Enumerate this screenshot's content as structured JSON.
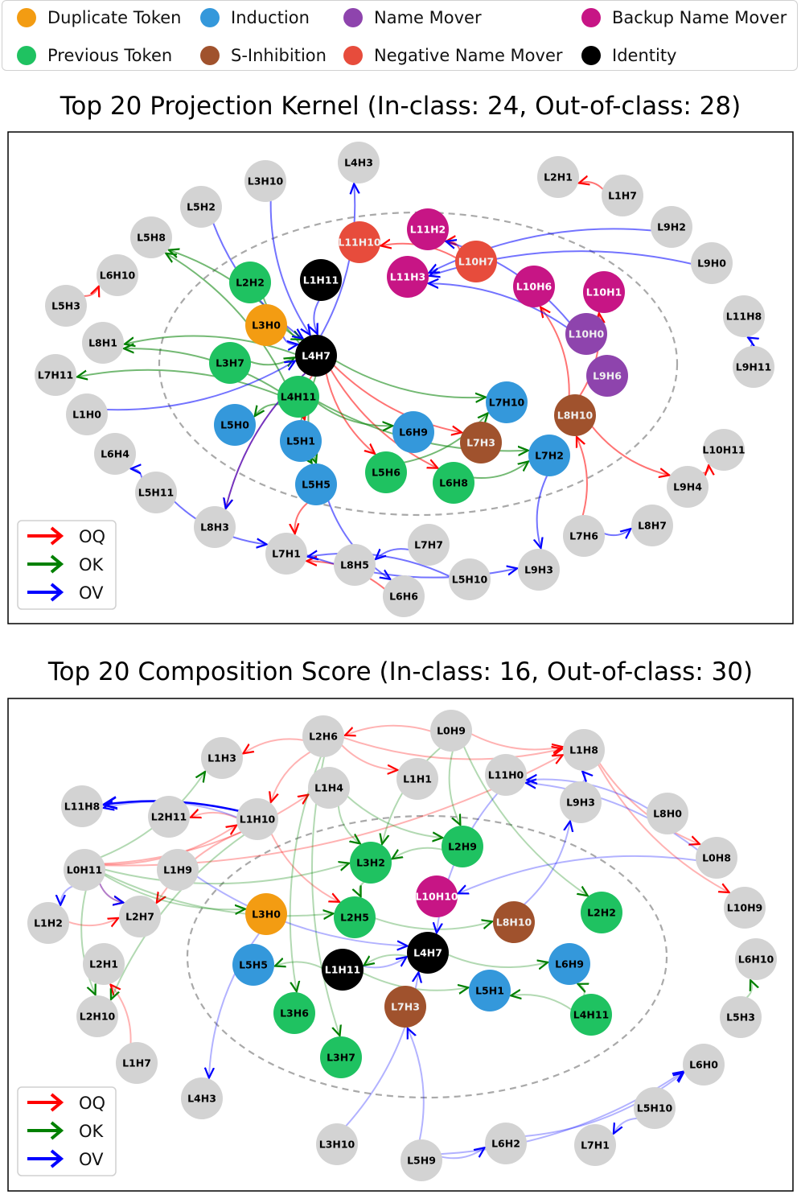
{
  "legend": {
    "items": [
      {
        "label": "Duplicate Token",
        "color": "#f39c12"
      },
      {
        "label": "Induction",
        "color": "#3498db"
      },
      {
        "label": "Name Mover",
        "color": "#8e44ad"
      },
      {
        "label": "Backup Name Mover",
        "color": "#c71585"
      },
      {
        "label": "Previous Token",
        "color": "#1fc261"
      },
      {
        "label": "S-Inhibition",
        "color": "#a0522d"
      },
      {
        "label": "Negative Name Mover",
        "color": "#e74c3c"
      },
      {
        "label": "Identity",
        "color": "#000000"
      }
    ]
  },
  "colors": {
    "Duplicate Token": "#f39c12",
    "Induction": "#3498db",
    "Name Mover": "#8e44ad",
    "Backup Name Mover": "#c71585",
    "Previous Token": "#1fc261",
    "S-Inhibition": "#a0522d",
    "Negative Name Mover": "#e74c3c",
    "Identity": "#000000",
    "none": "#d3d3d3",
    "OQ": "#ff0000",
    "OK": "#008000",
    "OV": "#0000ff"
  },
  "edge_legend": [
    "OQ",
    "OK",
    "OV"
  ],
  "graphs": [
    {
      "title": "Top 20 Projection Kernel (In-class: 24, Out-of-class: 28)",
      "nodes": [
        {
          "id": "L4H3",
          "cls": "none"
        },
        {
          "id": "L3H10",
          "cls": "none"
        },
        {
          "id": "L2H1",
          "cls": "none"
        },
        {
          "id": "L1H7",
          "cls": "none"
        },
        {
          "id": "L5H2",
          "cls": "none"
        },
        {
          "id": "L9H2",
          "cls": "none"
        },
        {
          "id": "L5H8",
          "cls": "none"
        },
        {
          "id": "L11H2",
          "cls": "Backup Name Mover"
        },
        {
          "id": "L11H10",
          "cls": "Negative Name Mover"
        },
        {
          "id": "L10H7",
          "cls": "Negative Name Mover"
        },
        {
          "id": "L9H0",
          "cls": "none"
        },
        {
          "id": "L6H10",
          "cls": "none"
        },
        {
          "id": "L2H2",
          "cls": "Previous Token"
        },
        {
          "id": "L1H11",
          "cls": "Identity"
        },
        {
          "id": "L11H3",
          "cls": "Backup Name Mover"
        },
        {
          "id": "L10H6",
          "cls": "Backup Name Mover"
        },
        {
          "id": "L10H1",
          "cls": "Backup Name Mover"
        },
        {
          "id": "L5H3",
          "cls": "none"
        },
        {
          "id": "L11H8",
          "cls": "none"
        },
        {
          "id": "L3H0",
          "cls": "Duplicate Token"
        },
        {
          "id": "L10H0",
          "cls": "Name Mover"
        },
        {
          "id": "L8H1",
          "cls": "none"
        },
        {
          "id": "L4H7",
          "cls": "Identity"
        },
        {
          "id": "L3H7",
          "cls": "Previous Token"
        },
        {
          "id": "L9H11",
          "cls": "none"
        },
        {
          "id": "L7H11",
          "cls": "none"
        },
        {
          "id": "L9H6",
          "cls": "Name Mover"
        },
        {
          "id": "L4H11",
          "cls": "Previous Token"
        },
        {
          "id": "L7H10",
          "cls": "Induction"
        },
        {
          "id": "L1H0",
          "cls": "none"
        },
        {
          "id": "L8H10",
          "cls": "S-Inhibition"
        },
        {
          "id": "L5H0",
          "cls": "Induction"
        },
        {
          "id": "L6H9",
          "cls": "Induction"
        },
        {
          "id": "L5H1",
          "cls": "Induction"
        },
        {
          "id": "L7H3",
          "cls": "S-Inhibition"
        },
        {
          "id": "L10H11",
          "cls": "none"
        },
        {
          "id": "L6H4",
          "cls": "none"
        },
        {
          "id": "L7H2",
          "cls": "Induction"
        },
        {
          "id": "L5H6",
          "cls": "Previous Token"
        },
        {
          "id": "L6H8",
          "cls": "Previous Token"
        },
        {
          "id": "L9H4",
          "cls": "none"
        },
        {
          "id": "L5H11",
          "cls": "none"
        },
        {
          "id": "L5H5",
          "cls": "Induction"
        },
        {
          "id": "L8H7",
          "cls": "none"
        },
        {
          "id": "L8H3",
          "cls": "none"
        },
        {
          "id": "L7H6",
          "cls": "none"
        },
        {
          "id": "L7H7",
          "cls": "none"
        },
        {
          "id": "L7H1",
          "cls": "none"
        },
        {
          "id": "L8H5",
          "cls": "none"
        },
        {
          "id": "L5H10",
          "cls": "none"
        },
        {
          "id": "L9H3",
          "cls": "none"
        },
        {
          "id": "L6H6",
          "cls": "none"
        }
      ],
      "edges": [
        [
          "L1H7",
          "L2H1",
          "OQ"
        ],
        [
          "L5H3",
          "L6H10",
          "OQ"
        ],
        [
          "L10H7",
          "L11H10",
          "OQ"
        ],
        [
          "L10H7",
          "L11H2",
          "OQ"
        ],
        [
          "L8H10",
          "L10H6",
          "OQ"
        ],
        [
          "L8H10",
          "L10H1",
          "OQ"
        ],
        [
          "L8H10",
          "L9H4",
          "OQ"
        ],
        [
          "L9H4",
          "L10H11",
          "OQ"
        ],
        [
          "L7H6",
          "L8H10",
          "OQ"
        ],
        [
          "L4H7",
          "L5H1",
          "OQ"
        ],
        [
          "L4H7",
          "L5H6",
          "OQ"
        ],
        [
          "L4H7",
          "L6H8",
          "OQ"
        ],
        [
          "L4H7",
          "L7H3",
          "OQ"
        ],
        [
          "L4H7",
          "L8H3",
          "OQ"
        ],
        [
          "L5H5",
          "L7H1",
          "OQ"
        ],
        [
          "L6H6",
          "L7H1",
          "OQ"
        ],
        [
          "L4H11",
          "L5H8",
          "OK"
        ],
        [
          "L4H11",
          "L8H1",
          "OK"
        ],
        [
          "L4H11",
          "L7H11",
          "OK"
        ],
        [
          "L4H11",
          "L5H5",
          "OK"
        ],
        [
          "L4H11",
          "L5H0",
          "OK"
        ],
        [
          "L4H11",
          "L6H9",
          "OK"
        ],
        [
          "L4H11",
          "L7H2",
          "OK"
        ],
        [
          "L4H7",
          "L5H8",
          "OK"
        ],
        [
          "L4H7",
          "L8H1",
          "OK"
        ],
        [
          "L4H7",
          "L7H10",
          "OK"
        ],
        [
          "L2H2",
          "L4H7",
          "OK"
        ],
        [
          "L3H7",
          "L4H7",
          "OK"
        ],
        [
          "L5H6",
          "L7H10",
          "OK"
        ],
        [
          "L6H8",
          "L7H2",
          "OK"
        ],
        [
          "L4H7",
          "L5H5",
          "OK"
        ],
        [
          "L3H10",
          "L4H7",
          "OV"
        ],
        [
          "L5H2",
          "L4H7",
          "OV"
        ],
        [
          "L4H7",
          "L4H3",
          "OV"
        ],
        [
          "L1H11",
          "L4H7",
          "OV"
        ],
        [
          "L1H0",
          "L4H7",
          "OV"
        ],
        [
          "L4H7",
          "L8H3",
          "OV"
        ],
        [
          "L9H2",
          "L11H3",
          "OV"
        ],
        [
          "L9H0",
          "L11H3",
          "OV"
        ],
        [
          "L10H0",
          "L11H3",
          "OV"
        ],
        [
          "L10H0",
          "L11H2",
          "OV"
        ],
        [
          "L9H11",
          "L11H8",
          "OV"
        ],
        [
          "L5H11",
          "L6H4",
          "OV"
        ],
        [
          "L5H11",
          "L7H1",
          "OV"
        ],
        [
          "L7H7",
          "L8H5",
          "OV"
        ],
        [
          "L5H10",
          "L7H1",
          "OV"
        ],
        [
          "L7H1",
          "L9H3",
          "OV"
        ],
        [
          "L7H2",
          "L9H3",
          "OV"
        ],
        [
          "L7H6",
          "L8H7",
          "OV"
        ],
        [
          "L5H5",
          "L6H6",
          "OV"
        ],
        [
          "L3H0",
          "L4H7",
          "OV"
        ]
      ]
    },
    {
      "title": "Top 20 Composition Score (In-class: 16, Out-of-class: 30)",
      "nodes": [
        {
          "id": "L0H9",
          "cls": "none"
        },
        {
          "id": "L2H6",
          "cls": "none"
        },
        {
          "id": "L1H8",
          "cls": "none"
        },
        {
          "id": "L1H3",
          "cls": "none"
        },
        {
          "id": "L11H0",
          "cls": "none"
        },
        {
          "id": "L1H1",
          "cls": "none"
        },
        {
          "id": "L1H4",
          "cls": "none"
        },
        {
          "id": "L9H3",
          "cls": "none"
        },
        {
          "id": "L11H8",
          "cls": "none"
        },
        {
          "id": "L2H11",
          "cls": "none"
        },
        {
          "id": "L1H10",
          "cls": "none"
        },
        {
          "id": "L8H0",
          "cls": "none"
        },
        {
          "id": "L2H9",
          "cls": "Previous Token"
        },
        {
          "id": "L0H11",
          "cls": "none"
        },
        {
          "id": "L1H9",
          "cls": "none"
        },
        {
          "id": "L3H2",
          "cls": "Previous Token"
        },
        {
          "id": "L0H8",
          "cls": "none"
        },
        {
          "id": "L10H10",
          "cls": "Backup Name Mover"
        },
        {
          "id": "L1H2",
          "cls": "none"
        },
        {
          "id": "L2H7",
          "cls": "none"
        },
        {
          "id": "L3H0",
          "cls": "Duplicate Token"
        },
        {
          "id": "L2H5",
          "cls": "Previous Token"
        },
        {
          "id": "L8H10",
          "cls": "S-Inhibition"
        },
        {
          "id": "L2H2",
          "cls": "Previous Token"
        },
        {
          "id": "L10H9",
          "cls": "none"
        },
        {
          "id": "L4H7",
          "cls": "Identity"
        },
        {
          "id": "L2H1",
          "cls": "none"
        },
        {
          "id": "L6H10",
          "cls": "none"
        },
        {
          "id": "L5H5",
          "cls": "Induction"
        },
        {
          "id": "L1H11",
          "cls": "Identity"
        },
        {
          "id": "L6H9",
          "cls": "Induction"
        },
        {
          "id": "L5H1",
          "cls": "Induction"
        },
        {
          "id": "L7H3",
          "cls": "S-Inhibition"
        },
        {
          "id": "L2H10",
          "cls": "none"
        },
        {
          "id": "L3H6",
          "cls": "Previous Token"
        },
        {
          "id": "L4H11",
          "cls": "Previous Token"
        },
        {
          "id": "L5H3",
          "cls": "none"
        },
        {
          "id": "L3H7",
          "cls": "Previous Token"
        },
        {
          "id": "L1H7",
          "cls": "none"
        },
        {
          "id": "L6H0",
          "cls": "none"
        },
        {
          "id": "L4H3",
          "cls": "none"
        },
        {
          "id": "L5H10",
          "cls": "none"
        },
        {
          "id": "L7H1",
          "cls": "none"
        },
        {
          "id": "L3H10",
          "cls": "none"
        },
        {
          "id": "L6H2",
          "cls": "none"
        },
        {
          "id": "L5H9",
          "cls": "none"
        }
      ],
      "edges": [
        [
          "L0H9",
          "L2H6",
          "OQ"
        ],
        [
          "L0H9",
          "L1H8",
          "OQ"
        ],
        [
          "L2H6",
          "L1H3",
          "OQ"
        ],
        [
          "L2H6",
          "L1H8",
          "OQ"
        ],
        [
          "L2H6",
          "L1H1",
          "OQ"
        ],
        [
          "L2H6",
          "L1H10",
          "OQ"
        ],
        [
          "L0H11",
          "L1H10",
          "OQ"
        ],
        [
          "L0H11",
          "L2H7",
          "OQ"
        ],
        [
          "L0H11",
          "L1H8",
          "OQ"
        ],
        [
          "L0H11",
          "L1H4",
          "OQ"
        ],
        [
          "L1H2",
          "L2H7",
          "OQ"
        ],
        [
          "L1H10",
          "L2H11",
          "OQ"
        ],
        [
          "L1H10",
          "L2H5",
          "OQ"
        ],
        [
          "L1H8",
          "L0H8",
          "OQ"
        ],
        [
          "L1H8",
          "L10H9",
          "OQ"
        ],
        [
          "L1H7",
          "L2H1",
          "OQ"
        ],
        [
          "L1H10",
          "L2H7",
          "OQ"
        ],
        [
          "L0H11",
          "L1H3",
          "OK"
        ],
        [
          "L0H11",
          "L3H2",
          "OK"
        ],
        [
          "L0H11",
          "L2H5",
          "OK"
        ],
        [
          "L0H11",
          "L3H0",
          "OK"
        ],
        [
          "L0H11",
          "L2H10",
          "OK"
        ],
        [
          "L1H10",
          "L2H10",
          "OK"
        ],
        [
          "L0H9",
          "L2H9",
          "OK"
        ],
        [
          "L0H9",
          "L3H2",
          "OK"
        ],
        [
          "L0H9",
          "L2H2",
          "OK"
        ],
        [
          "L2H6",
          "L3H6",
          "OK"
        ],
        [
          "L2H6",
          "L3H7",
          "OK"
        ],
        [
          "L1H4",
          "L3H2",
          "OK"
        ],
        [
          "L3H2",
          "L2H5",
          "OK"
        ],
        [
          "L2H5",
          "L8H10",
          "OK"
        ],
        [
          "L2H9",
          "L3H2",
          "OK"
        ],
        [
          "L4H7",
          "L1H11",
          "OK"
        ],
        [
          "L1H11",
          "L5H5",
          "OK"
        ],
        [
          "L4H7",
          "L6H9",
          "OK"
        ],
        [
          "L4H11",
          "L5H1",
          "OK"
        ],
        [
          "L4H11",
          "L6H9",
          "OK"
        ],
        [
          "L1H11",
          "L5H1",
          "OK"
        ],
        [
          "L5H3",
          "L6H10",
          "OK"
        ],
        [
          "L1H4",
          "L2H9",
          "OK"
        ],
        [
          "L1H10",
          "L11H8",
          "OV"
        ],
        [
          "L0H11",
          "L1H2",
          "OV"
        ],
        [
          "L0H11",
          "L2H7",
          "OV"
        ],
        [
          "L1H9",
          "L4H7",
          "OV"
        ],
        [
          "L0H8",
          "L11H0",
          "OV"
        ],
        [
          "L0H8",
          "L10H10",
          "OV"
        ],
        [
          "L8H0",
          "L11H0",
          "OV"
        ],
        [
          "L9H3",
          "L1H8",
          "OV"
        ],
        [
          "L11H0",
          "L4H7",
          "OV"
        ],
        [
          "L8H10",
          "L9H3",
          "OV"
        ],
        [
          "L3H0",
          "L4H3",
          "OV"
        ],
        [
          "L1H11",
          "L4H7",
          "OV"
        ],
        [
          "L3H10",
          "L4H7",
          "OV"
        ],
        [
          "L5H9",
          "L7H3",
          "OV"
        ],
        [
          "L5H9",
          "L6H2",
          "OV"
        ],
        [
          "L6H2",
          "L6H0",
          "OV"
        ],
        [
          "L5H10",
          "L7H1",
          "OV"
        ],
        [
          "L5H9",
          "L6H0",
          "OV"
        ]
      ]
    }
  ]
}
